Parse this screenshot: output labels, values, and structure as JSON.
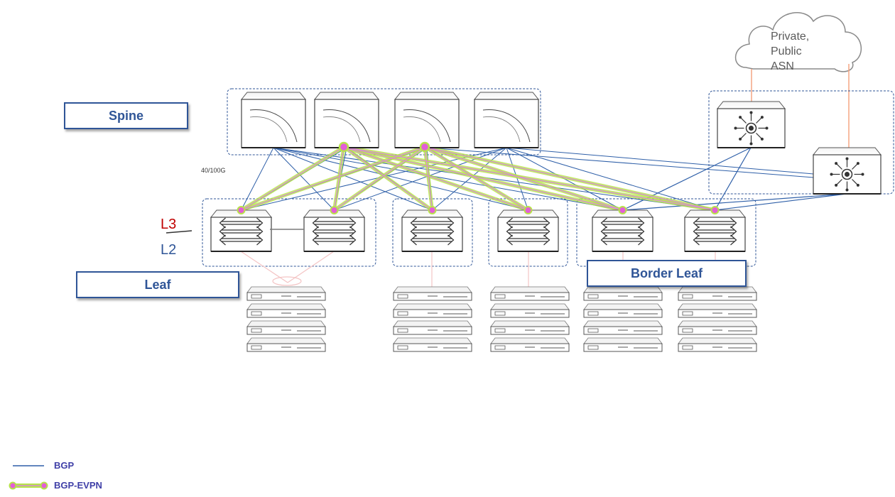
{
  "labels": {
    "spine": "Spine",
    "leaf": "Leaf",
    "border_leaf": "Border Leaf",
    "l3": "L3",
    "l2": "L2",
    "speed": "40/100G",
    "cloud_line1": "Private,",
    "cloud_line2": "Public",
    "cloud_line3": "ASN"
  },
  "legend": {
    "bgp": "BGP",
    "bgp_evpn": "BGP-EVPN"
  },
  "colors": {
    "bgp_line": "#2e5fa8",
    "evpn_glow": "#b7e34a",
    "evpn_line": "#d98ad6",
    "evpn_dot": "#e35fd6",
    "label_border": "#2f5597",
    "l3": "#c00000",
    "l2": "#2f5597",
    "external_link": "#f4a582",
    "server_link": "#f4c4c4",
    "group_border": "#2f5597"
  },
  "icons": {
    "spine": "spine-switch-icon",
    "leaf": "leaf-switch-icon",
    "router": "router-icon",
    "server": "server-stack-icon",
    "cloud": "cloud-icon"
  }
}
